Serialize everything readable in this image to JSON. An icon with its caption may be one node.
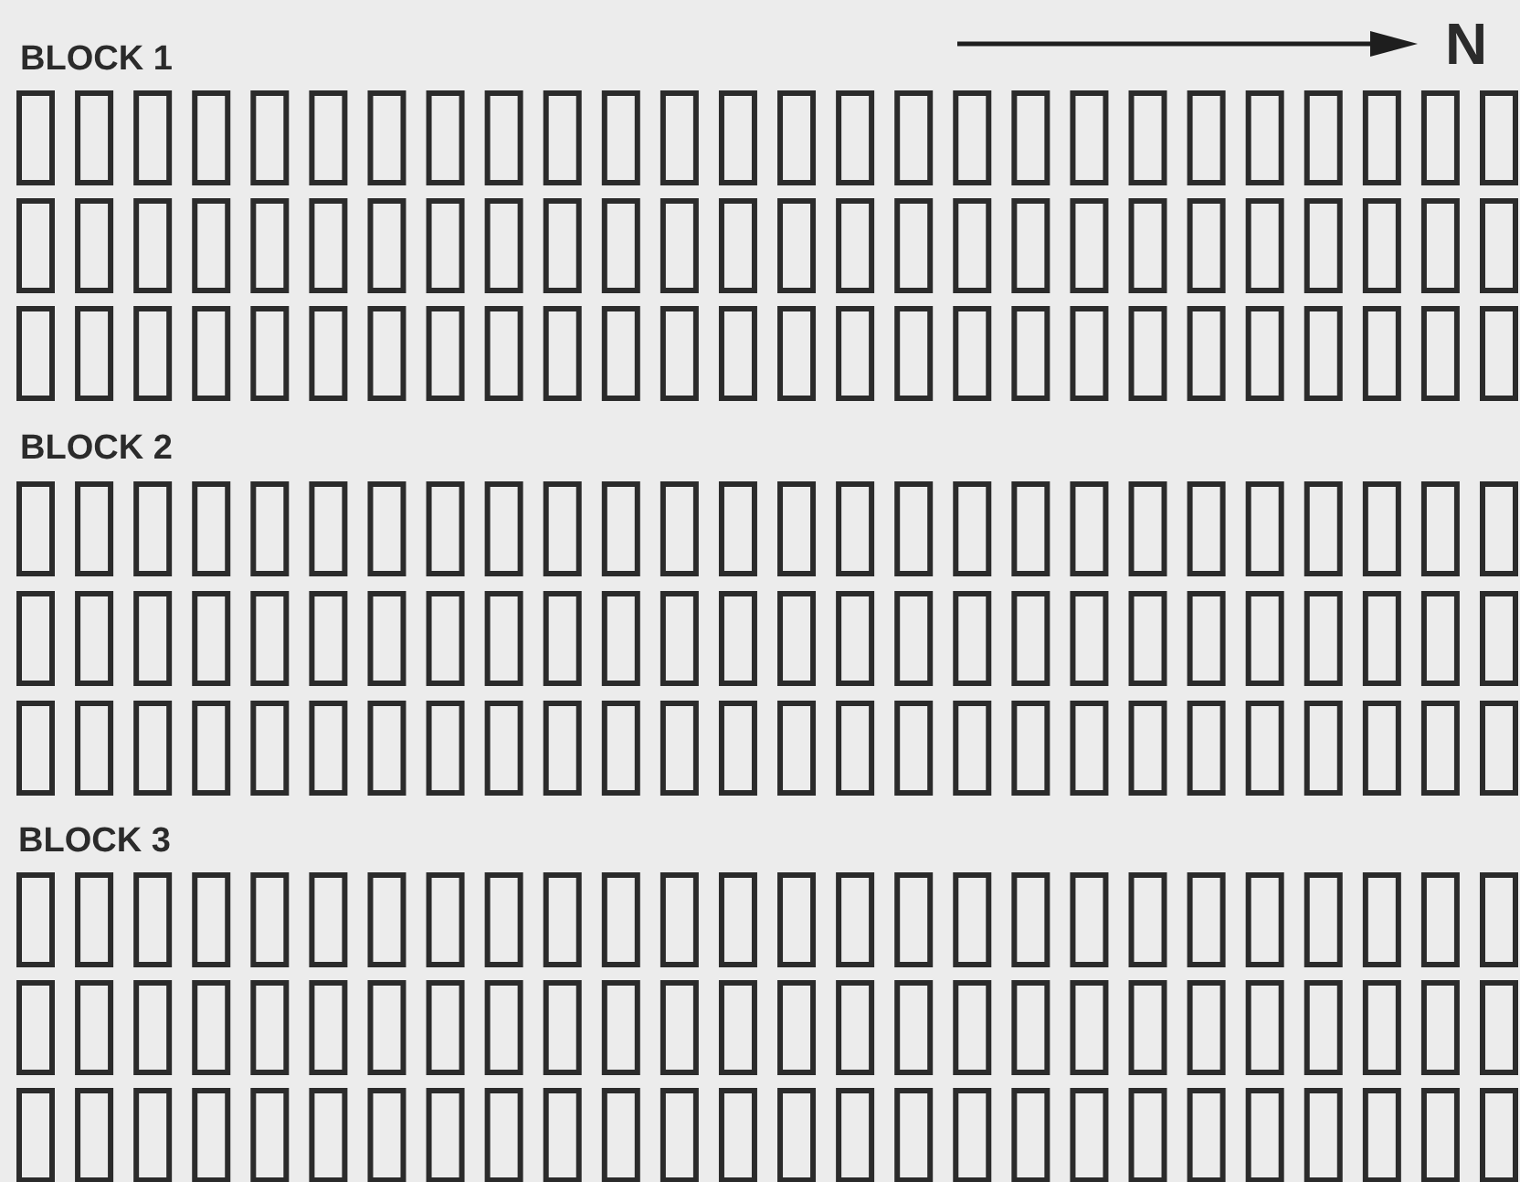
{
  "diagram": {
    "labels": [
      "N",
      "BLOCK 1",
      "BLOCK 2",
      "BLOCK 3"
    ]
  }
}
